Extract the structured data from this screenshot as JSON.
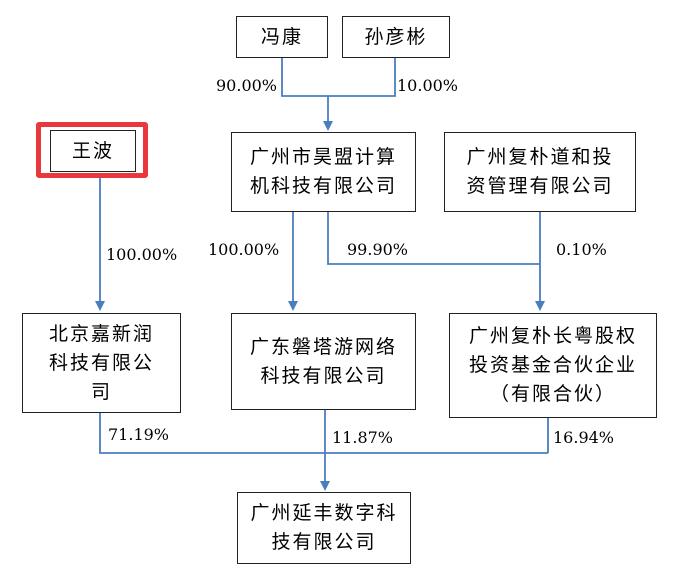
{
  "nodes": {
    "feng_kang": "冯康",
    "sun_yanbin": "孙彦彬",
    "wang_bo": "王波",
    "guangzhou_haomeng": "广州市昊盟计算\n机科技有限公司",
    "guangzhou_fupu_daohe": "广州复朴道和投\n资管理有限公司",
    "beijing_jiaxinrun": "北京嘉新润\n科技有限公\n司",
    "guangdong_pantayou": "广东磐塔游网络\n科技有限公司",
    "guangzhou_fupu_changyue": "广州复朴长粤股权\n投资基金合伙企业\n（有限合伙）",
    "guangzhou_yanfeng": "广州延丰数字科\n技有限公司"
  },
  "percentages": {
    "feng_kang_to_haomeng": "90.00%",
    "sun_yanbin_to_haomeng": "10.00%",
    "wang_bo_to_jiaxinrun": "100.00%",
    "haomeng_to_pantayou": "100.00%",
    "haomeng_to_changyue": "99.90%",
    "daohe_to_changyue": "0.10%",
    "jiaxinrun_to_yanfeng": "71.19%",
    "pantayou_to_yanfeng": "11.87%",
    "changyue_to_yanfeng": "16.94%"
  },
  "colors": {
    "connector": "#4a7ebf",
    "highlight": "#e8383d",
    "box_border": "#222222"
  }
}
